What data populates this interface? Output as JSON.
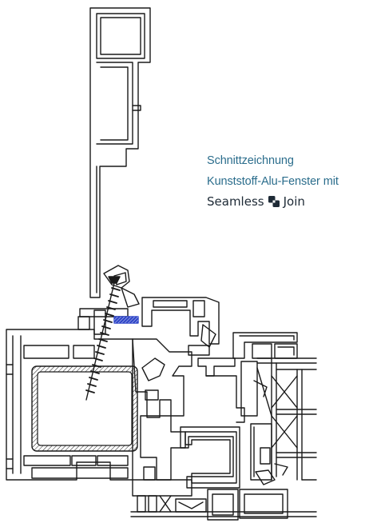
{
  "caption": {
    "line1": "Schnittzeichnung",
    "line2": "Kunststoff-Alu-Fenster mit",
    "brand_word1": "Seamless",
    "brand_word2": "Join",
    "brand_logo_icon": "seamless-join-logo-icon"
  },
  "colors": {
    "caption_text": "#2b6d8c",
    "brand_text": "#1e2a36",
    "line_art": "#1a1a1a",
    "seal_highlight": "#3047c8"
  }
}
